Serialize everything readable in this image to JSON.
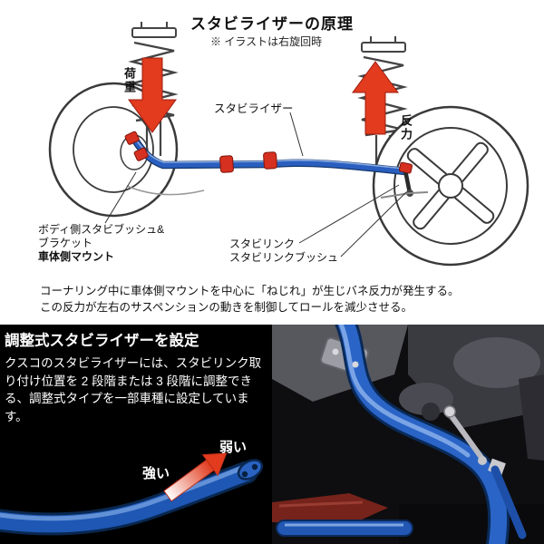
{
  "principle": {
    "title": "スタビライザーの原理",
    "note": "※ イラストは右旋回時",
    "labels": {
      "load": "荷重",
      "reaction": "反力",
      "stabilizer": "スタビライザー",
      "body_bush_line1": "ボディ側スタビブッシュ&",
      "body_bush_line2": "ブラケット",
      "body_mount": "車体側マウント",
      "stab_link": "スタビリンク",
      "stab_link_bush": "スタビリンクブッシュ"
    },
    "description_line1": "コーナリング中に車体側マウントを中心に「ねじれ」が生じバネ反力が発生する。",
    "description_line2": "この反力が左右のサスペンションの動きを制御してロールを減少させる。"
  },
  "adjustable": {
    "title": "調整式スタビライザーを設定",
    "body": "クスコのスタビライザーには、スタビリンク取り付け位置を 2 段階または 3 段階に調整できる、調整式タイプを一部車種に設定しています。",
    "strong_label": "強い",
    "weak_label": "弱い"
  },
  "colors": {
    "stabilizer_blue": "#2a5fc0",
    "arrow_red": "#e23b1e",
    "bracket_red": "#d63020",
    "panel_black": "#000000",
    "text_white": "#ffffff"
  }
}
